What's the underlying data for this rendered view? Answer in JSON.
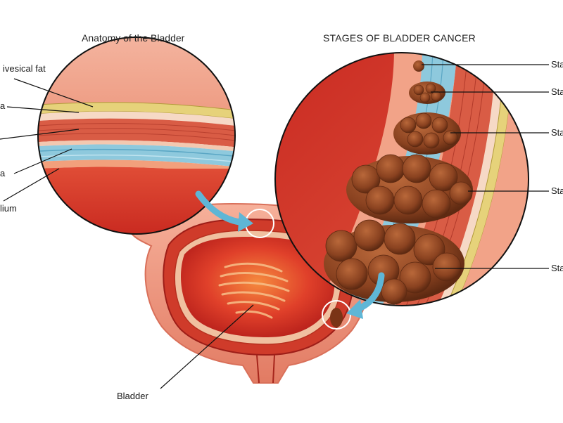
{
  "titles": {
    "anatomy": "Anatomy of the Bladder",
    "stages": "STAGES OF BLADDER CANCER"
  },
  "anatomy_labels": [
    "ivesical fat",
    "a",
    "",
    "a",
    "lium"
  ],
  "stage_labels": [
    "Sta",
    "Sta",
    "Sta",
    "Sta",
    "Sta"
  ],
  "organ_label": "Bladder",
  "colors": {
    "tissue_red": "#d8442f",
    "tissue_light": "#f2a388",
    "muscle_blue": "#8ec9dd",
    "fat_yellow": "#e6d27a",
    "tumor_brown": "#8a4220",
    "arrow_blue": "#5fb6d6"
  }
}
